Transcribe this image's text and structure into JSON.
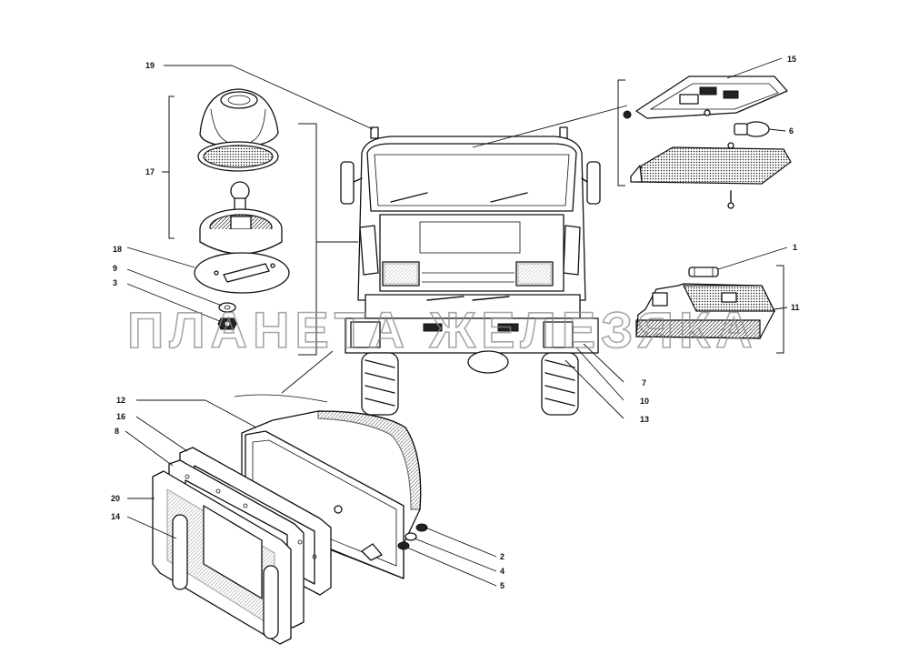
{
  "watermark": "ПЛАНЕТА ЖЕЛЕЗЯКА",
  "callouts": [
    {
      "id": "c19",
      "label": "19"
    },
    {
      "id": "c17",
      "label": "17"
    },
    {
      "id": "c18",
      "label": "18"
    },
    {
      "id": "c9",
      "label": "9"
    },
    {
      "id": "c3",
      "label": "3"
    },
    {
      "id": "c15",
      "label": "15"
    },
    {
      "id": "c6",
      "label": "6"
    },
    {
      "id": "c1",
      "label": "1"
    },
    {
      "id": "c11",
      "label": "11"
    },
    {
      "id": "c7",
      "label": "7"
    },
    {
      "id": "c10",
      "label": "10"
    },
    {
      "id": "c13",
      "label": "13"
    },
    {
      "id": "c12",
      "label": "12"
    },
    {
      "id": "c16",
      "label": "16"
    },
    {
      "id": "c8",
      "label": "8"
    },
    {
      "id": "c20",
      "label": "20"
    },
    {
      "id": "c14",
      "label": "14"
    },
    {
      "id": "c2",
      "label": "2"
    },
    {
      "id": "c4",
      "label": "4"
    },
    {
      "id": "c5",
      "label": "5"
    }
  ]
}
